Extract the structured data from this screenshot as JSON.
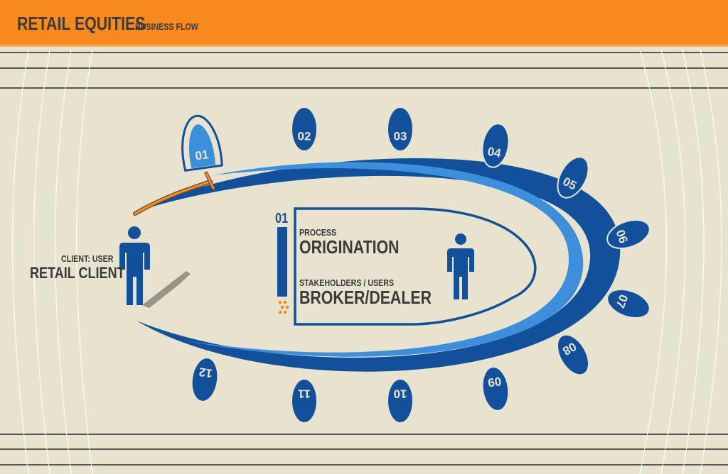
{
  "header": {
    "title": "RETAIL EQUITIES",
    "subtitle": "BUSINESS FLOW"
  },
  "client": {
    "role": "CLIENT: USER",
    "name": "RETAIL CLIENT"
  },
  "process_panel": {
    "step_index": "01",
    "process_label": "PROCESS",
    "process_value": "ORIGINATION",
    "stakeholders_label": "STAKEHOLDERS / USERS",
    "stakeholders_value": "BROKER/DEALER"
  },
  "steps": [
    "01",
    "02",
    "03",
    "04",
    "05",
    "06",
    "07",
    "08",
    "09",
    "10",
    "11",
    "12"
  ],
  "active_step": "01",
  "colors": {
    "header": "#f7891f",
    "background": "#e8e3cf",
    "dark_blue": "#12509b",
    "light_blue": "#3d8fdc",
    "text": "#3b3b3b",
    "accent_orange": "#f7891f"
  }
}
